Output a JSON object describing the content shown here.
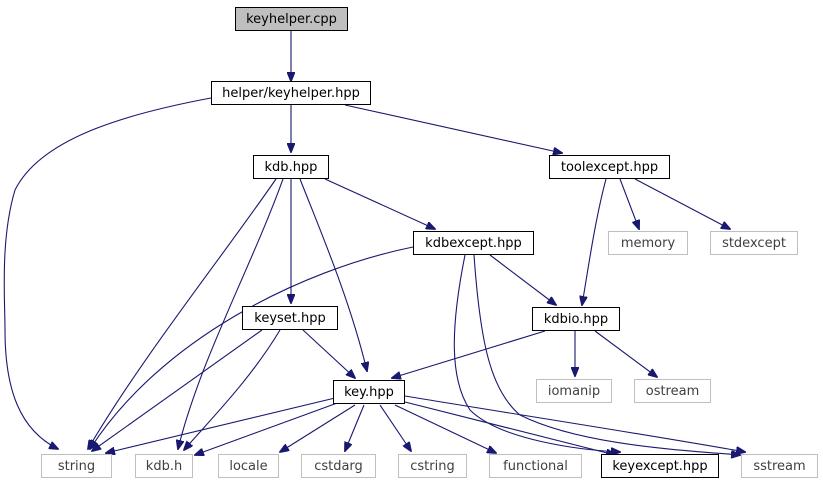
{
  "diagram": {
    "colors": {
      "edge": "#191970",
      "node_border": "#000000",
      "external_border": "#bfbfbf",
      "root_fill": "#bfbfbf"
    },
    "nodes": {
      "keyhelper_cpp": "keyhelper.cpp",
      "helper_keyhelper_hpp": "helper/keyhelper.hpp",
      "kdb_hpp": "kdb.hpp",
      "toolexcept_hpp": "toolexcept.hpp",
      "kdbexcept_hpp": "kdbexcept.hpp",
      "memory": "memory",
      "stdexcept": "stdexcept",
      "keyset_hpp": "keyset.hpp",
      "kdbio_hpp": "kdbio.hpp",
      "key_hpp": "key.hpp",
      "iomanip": "iomanip",
      "ostream": "ostream",
      "string": "string",
      "kdb_h": "kdb.h",
      "locale": "locale",
      "cstdarg": "cstdarg",
      "cstring": "cstring",
      "functional": "functional",
      "keyexcept_hpp": "keyexcept.hpp",
      "sstream": "sstream"
    }
  }
}
